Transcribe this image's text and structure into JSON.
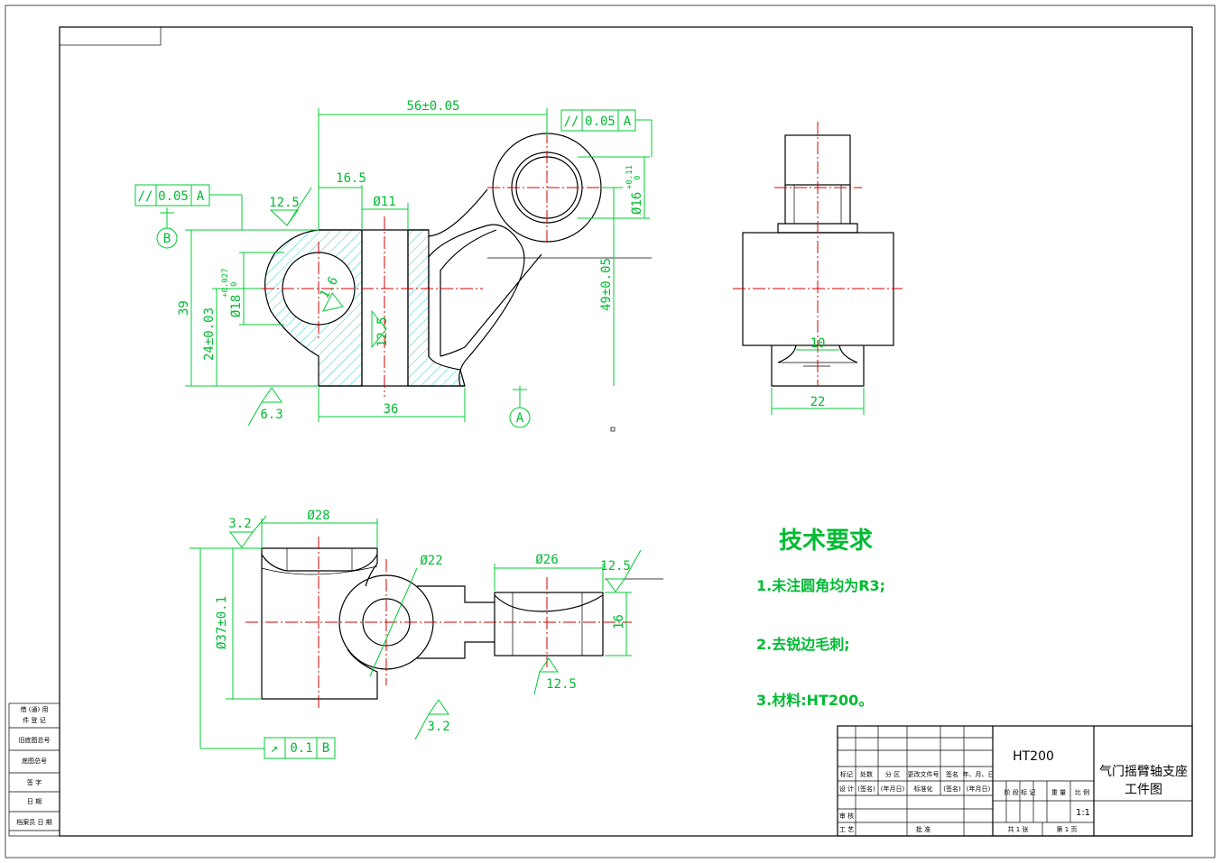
{
  "dims": {
    "d56": "56±0.05",
    "d16_5": "16.5",
    "d11": "Ø11",
    "d16tol": "Ø16",
    "d16up": "+0.11",
    "d16lo": "0",
    "d49": "49±0.05",
    "d39": "39",
    "d24": "24±0.03",
    "d18": "Ø18",
    "d18up": "+0.027",
    "d18lo": "0",
    "d36": "36",
    "r12_5a": "12.5",
    "r12_5b": "12.5",
    "r6_3": "6.3",
    "r1_6": "1.6",
    "d10": "10",
    "d22": "22",
    "d28": "Ø28",
    "d22c": "Ø22",
    "d26": "Ø26",
    "d16": "16",
    "d37": "Ø37±0.1",
    "r3_2a": "3.2",
    "r3_2b": "3.2",
    "r12_5c": "12.5",
    "r12_5d": "12.5"
  },
  "tolerances": {
    "t1": {
      "sym": "//",
      "val": "0.05",
      "ref": "A"
    },
    "t2": {
      "sym": "//",
      "val": "0.05",
      "ref": "A"
    },
    "t3": {
      "sym": "↗",
      "val": "0.1",
      "ref": "B"
    }
  },
  "datums": {
    "a": "A",
    "b": "B"
  },
  "notes": {
    "title": "技术要求",
    "n1": "1.未注圆角均为R3;",
    "n2": "2.去锐边毛刺;",
    "n3": "3.材料:HT200。"
  },
  "titleblock": {
    "material": "HT200",
    "name1": "气门摇臂轴支座",
    "name2": "工件图",
    "scale": "1:1",
    "h_mark": "标记",
    "h_count": "处数",
    "h_zone": "分 区",
    "h_docno": "更改文件号",
    "h_sign": "签名",
    "h_date": "年、月、日",
    "r_design": "设 计",
    "r_sign1": "(签名)",
    "r_date1": "(年月日)",
    "r_std": "标准化",
    "r_sign2": "(签名)",
    "r_date2": "(年月日)",
    "r_review": "审 核",
    "r_process": "工 艺",
    "r_approve": "批 准",
    "h_stage": "阶 段 标 记",
    "h_weight": "重 量",
    "h_ratio": "比 例",
    "sheets": "共 1 张",
    "sheet": "第 1 页"
  },
  "sidebar": [
    "借 (通) 用",
    "件 登 记",
    "旧底图总号",
    "底图总号",
    "签 字",
    "日 期",
    "档案员 日 期"
  ],
  "colors": {
    "dim": "#00cc33",
    "center": "#d40000",
    "hatch": "#33cccc",
    "line": "#000000"
  }
}
